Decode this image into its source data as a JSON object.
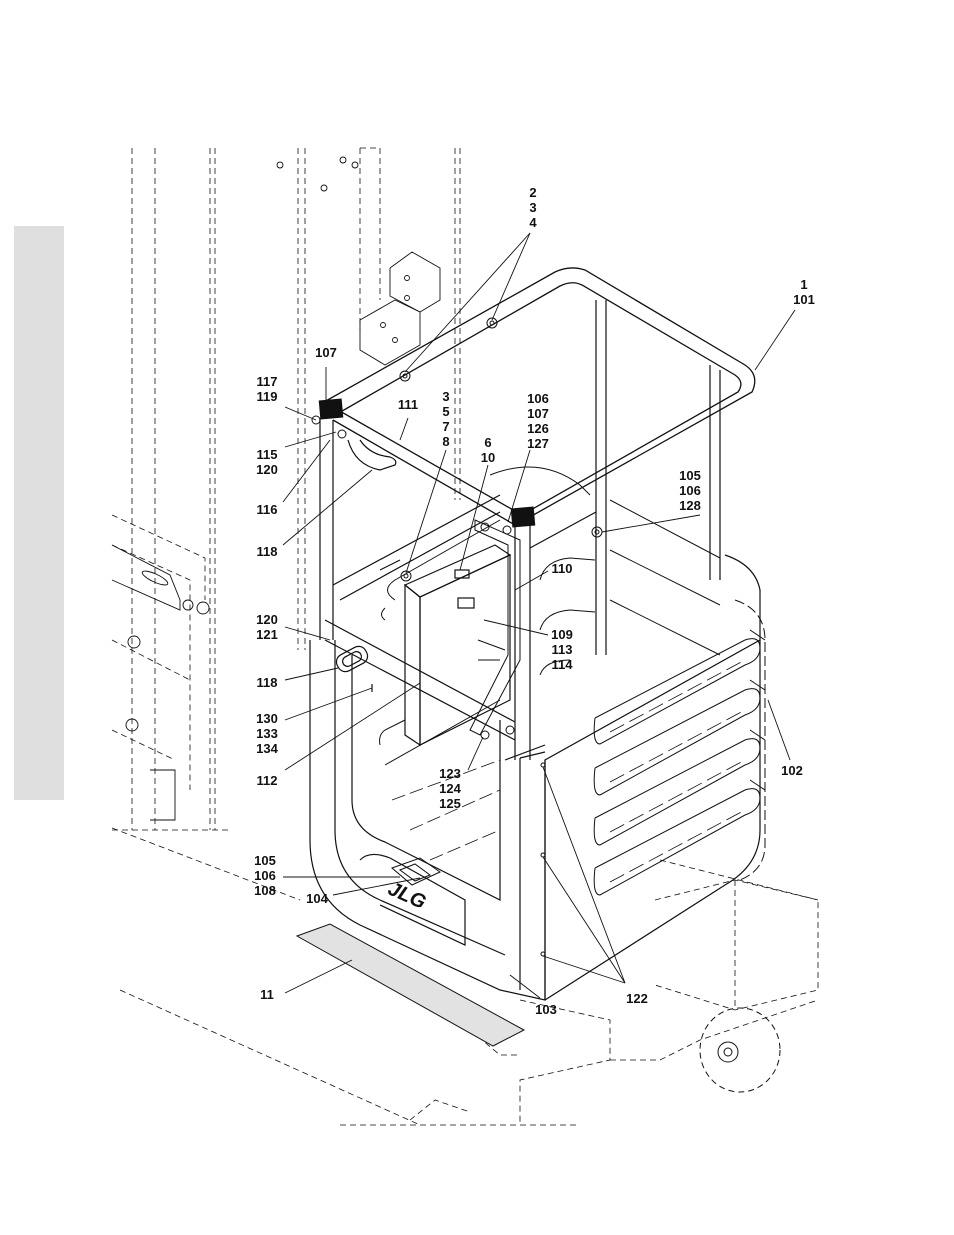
{
  "callouts": [
    {
      "id": "c-2-3-4",
      "lines": [
        "2",
        "3",
        "4"
      ]
    },
    {
      "id": "c-1-101",
      "lines": [
        "1",
        "101"
      ]
    },
    {
      "id": "c-107",
      "lines": [
        "107"
      ]
    },
    {
      "id": "c-117-119",
      "lines": [
        "117",
        "119"
      ]
    },
    {
      "id": "c-111",
      "lines": [
        "111"
      ]
    },
    {
      "id": "c-3-5-7-8",
      "lines": [
        "3",
        "5",
        "7",
        "8"
      ]
    },
    {
      "id": "c-106-107-126-127",
      "lines": [
        "106",
        "107",
        "126",
        "127"
      ]
    },
    {
      "id": "c-6-10",
      "lines": [
        "6",
        "10"
      ]
    },
    {
      "id": "c-115-120",
      "lines": [
        "115",
        "120"
      ]
    },
    {
      "id": "c-105-106-128",
      "lines": [
        "105",
        "106",
        "128"
      ]
    },
    {
      "id": "c-116",
      "lines": [
        "116"
      ]
    },
    {
      "id": "c-118a",
      "lines": [
        "118"
      ]
    },
    {
      "id": "c-110",
      "lines": [
        "110"
      ]
    },
    {
      "id": "c-120-121",
      "lines": [
        "120",
        "121"
      ]
    },
    {
      "id": "c-109-113-114",
      "lines": [
        "109",
        "113",
        "114"
      ]
    },
    {
      "id": "c-118b",
      "lines": [
        "118"
      ]
    },
    {
      "id": "c-130-133-134",
      "lines": [
        "130",
        "133",
        "134"
      ]
    },
    {
      "id": "c-102",
      "lines": [
        "102"
      ]
    },
    {
      "id": "c-112",
      "lines": [
        "112"
      ]
    },
    {
      "id": "c-123-124-125",
      "lines": [
        "123",
        "124",
        "125"
      ]
    },
    {
      "id": "c-105-106-108",
      "lines": [
        "105",
        "106",
        "108"
      ]
    },
    {
      "id": "c-104",
      "lines": [
        "104"
      ]
    },
    {
      "id": "c-11",
      "lines": [
        "11"
      ]
    },
    {
      "id": "c-103",
      "lines": [
        "103"
      ]
    },
    {
      "id": "c-122",
      "lines": [
        "122"
      ]
    }
  ],
  "logo_text": "JLG",
  "colors": {
    "ink": "#111111",
    "side_tab": "#dedede",
    "decal": "#e2e2e2"
  }
}
